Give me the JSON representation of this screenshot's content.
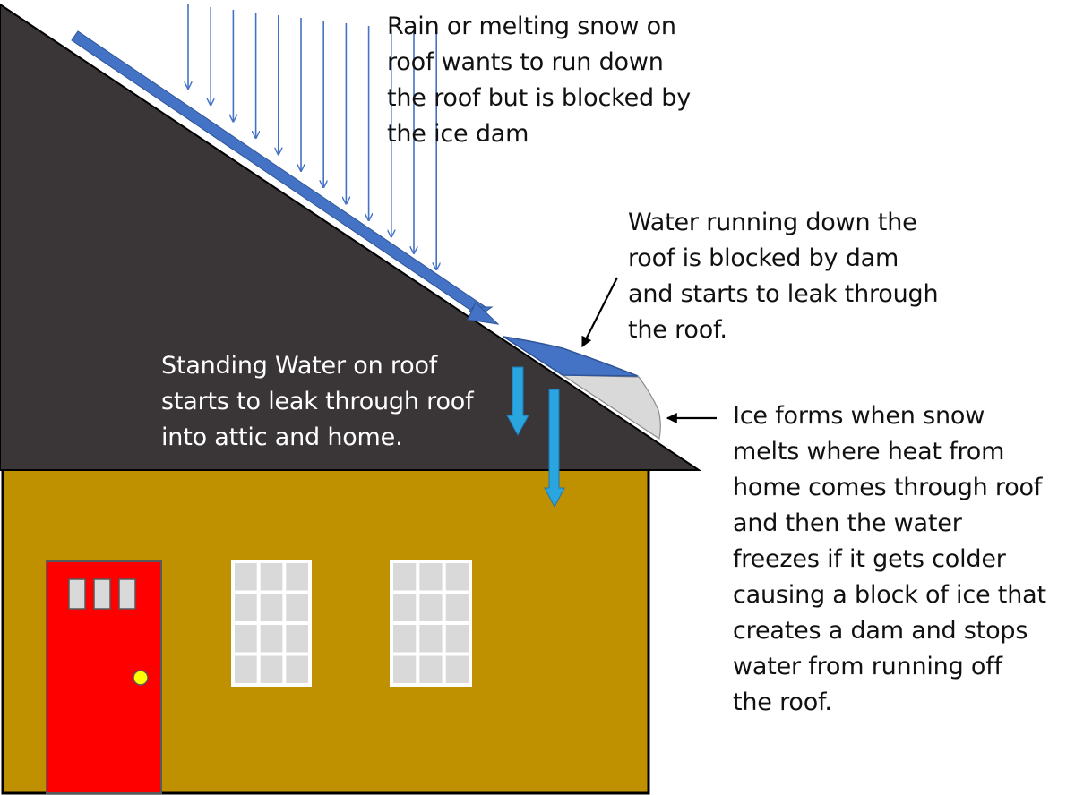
{
  "annotations": {
    "rain": {
      "lines": [
        "Rain or melting snow on",
        "roof wants to run down",
        "the roof but is blocked by",
        "the ice dam"
      ]
    },
    "running": {
      "lines": [
        "Water running down the",
        "roof is blocked by dam",
        "and starts to leak through",
        "the roof."
      ]
    },
    "standing": {
      "lines": [
        "Standing Water on roof",
        "starts to leak through roof",
        "into attic and home."
      ]
    },
    "ice": {
      "lines": [
        "Ice forms when snow",
        "melts where heat from",
        "home comes through roof",
        "and then the water",
        "freezes if it gets colder",
        "causing a block of ice that",
        "creates a dam and stops",
        "water from running off",
        "the roof."
      ]
    }
  },
  "colors": {
    "roof": "#3a3536",
    "wall": "#bf9000",
    "door": "#ff0000",
    "door_knob": "#ffff00",
    "glass": "#d9d9d9",
    "window_frame": "#ffffff",
    "ice": "#d9d9d9",
    "water": "#4472c4",
    "rain_arrow": "#4472c4",
    "leak_arrow": "#29a6e0",
    "label_text": "#111111",
    "standing_label_text": "#ffffff"
  },
  "icons": [
    "rain-arrow-icon",
    "runoff-arrow-icon",
    "leak-arrow-icon",
    "pointer-arrow-icon"
  ]
}
